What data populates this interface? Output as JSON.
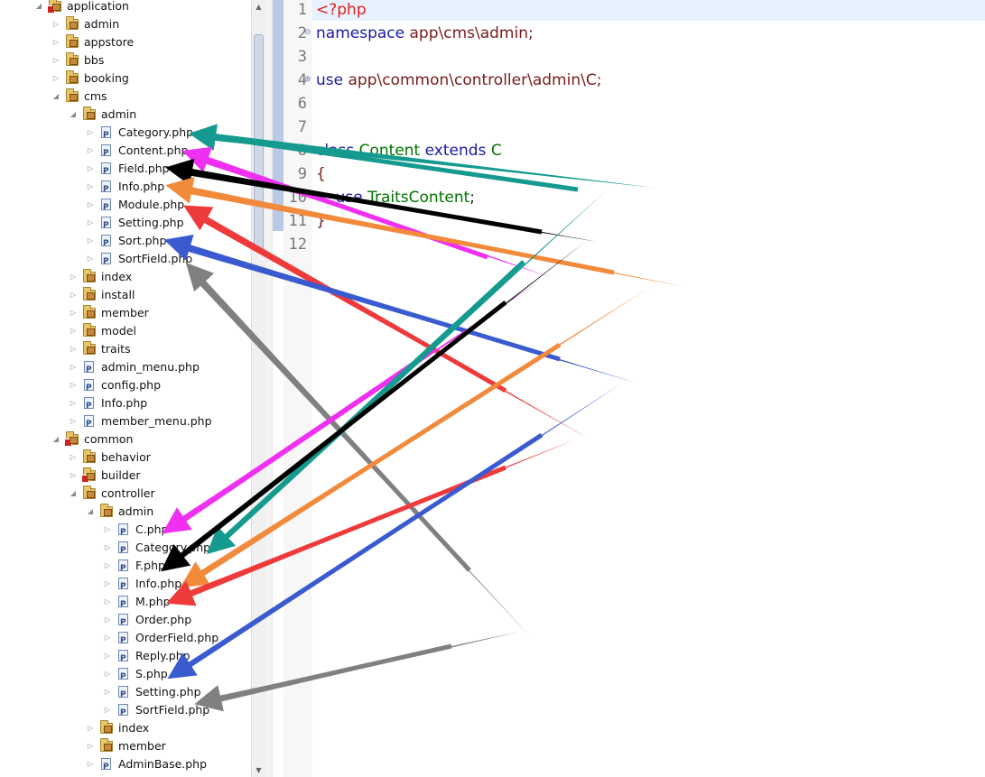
{
  "tree": {
    "application": "application",
    "admin": "admin",
    "appstore": "appstore",
    "bbs": "bbs",
    "booking": "booking",
    "cms": "cms",
    "cms_admin": "admin",
    "cms_admin_files": [
      "Category.php",
      "Content.php",
      "Field.php",
      "Info.php",
      "Module.php",
      "Setting.php",
      "Sort.php",
      "SortField.php"
    ],
    "index": "index",
    "install": "install",
    "member": "member",
    "model": "model",
    "traits": "traits",
    "admin_menu": "admin_menu.php",
    "config": "config.php",
    "info": "Info.php",
    "member_menu": "member_menu.php",
    "common": "common",
    "behavior": "behavior",
    "builder": "builder",
    "controller": "controller",
    "ctrl_admin": "admin",
    "ctrl_admin_files": [
      "C.php",
      "Category.php",
      "F.php",
      "Info.php",
      "M.php",
      "Order.php",
      "OrderField.php",
      "Reply.php",
      "S.php",
      "Setting.php",
      "SortField.php"
    ],
    "ctrl_index": "index",
    "ctrl_member": "member",
    "admin_base": "AdminBase.php"
  },
  "editor": {
    "line_numbers": [
      "1",
      "2",
      "3",
      "4",
      "6",
      "7",
      "8",
      "9",
      "10",
      "11",
      "12"
    ],
    "php_open": "<?php",
    "ns_kw": "namespace",
    "ns_val": "app\\cms\\admin;",
    "use_kw": "use",
    "use_val": "app\\common\\controller\\admin\\C;",
    "class_kw": "class",
    "class_name": "Content",
    "extends_kw": "extends",
    "parent_class": "C",
    "brace_open": "{",
    "use2_kw": "use",
    "trait_name": "TraitsContent",
    "semicolon": ";",
    "brace_close": "}"
  },
  "colors": {
    "teal": "#149a8e",
    "magenta": "#f030f0",
    "black": "#000000",
    "orange": "#f28a3c",
    "red": "#ee3a3a",
    "blue": "#3a5bd0",
    "gray": "#808080"
  }
}
